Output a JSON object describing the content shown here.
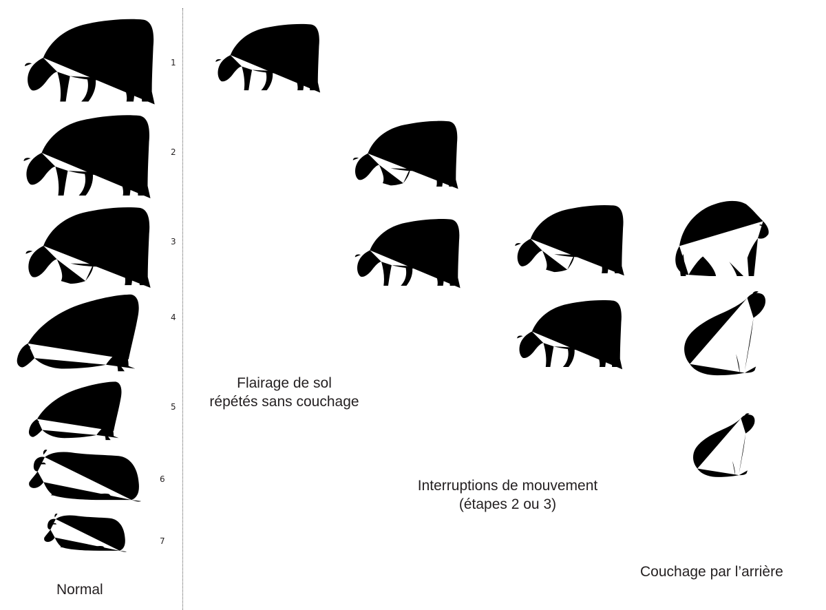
{
  "columns": {
    "normal": {
      "label": "Normal"
    },
    "sniffing": {
      "label_line1": "Flairage de sol",
      "label_line2": "répétés sans couchage"
    },
    "interruption": {
      "label_line1": "Interruptions de mouvement",
      "label_line2": "(étapes 2 ou 3)"
    },
    "rear_first": {
      "label": "Couchage par l’arrière"
    }
  },
  "steps": [
    "1",
    "2",
    "3",
    "4",
    "5",
    "6",
    "7"
  ],
  "sketch_color": "#231f20"
}
